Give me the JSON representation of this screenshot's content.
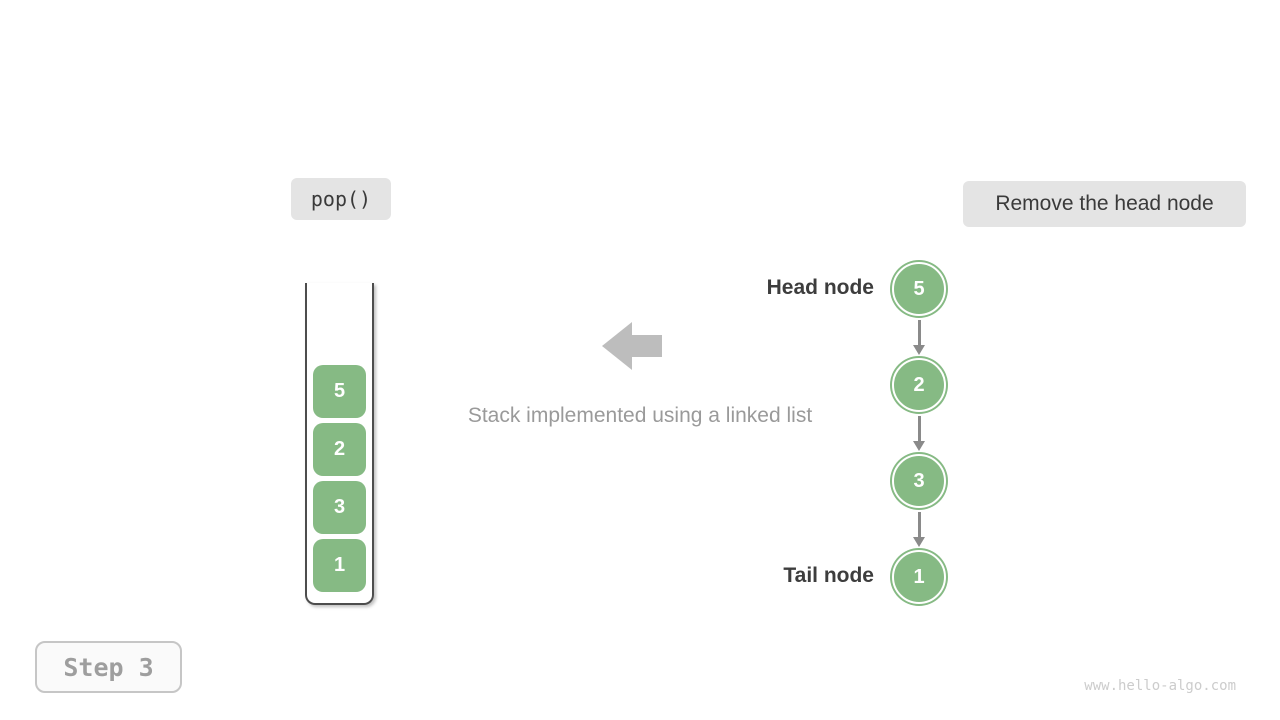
{
  "diagram": {
    "operation_badge": "pop()",
    "annotation_badge": "Remove the head node",
    "step_badge": "Step 3",
    "caption": "Stack implemented using a linked list",
    "watermark": "www.hello-algo.com",
    "stack": {
      "items": [
        "5",
        "2",
        "3",
        "1"
      ]
    },
    "linked_list": {
      "head_label": "Head node",
      "tail_label": "Tail node",
      "nodes": [
        "5",
        "2",
        "3",
        "1"
      ]
    },
    "colors": {
      "node_green": "#86ba84",
      "badge_background": "#e4e4e4",
      "block_arrow_gray": "#bdbdbd",
      "link_arrow_gray": "#8a8a8a",
      "dark_text": "#3d3d3d",
      "caption_gray": "#9a9a9a",
      "step_text_gray": "#9e9e9e",
      "watermark_gray": "#cccccc"
    }
  }
}
